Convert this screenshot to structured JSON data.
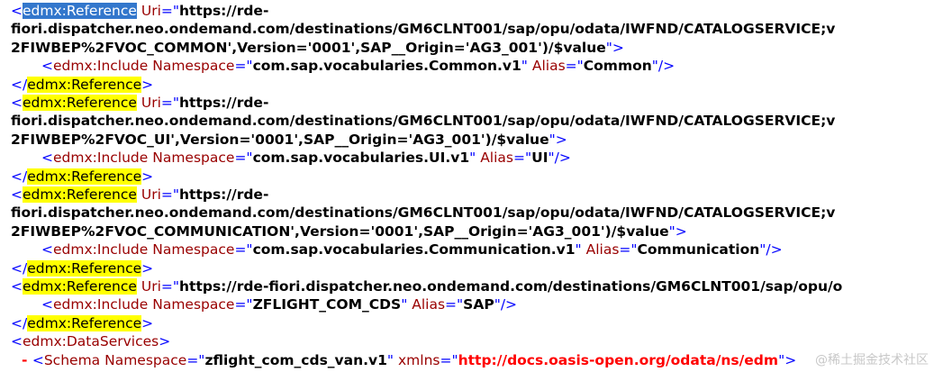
{
  "lines": [
    {
      "parts": [
        {
          "t": "lt",
          "v": "<"
        },
        {
          "t": "sel",
          "v": "edmx:Reference"
        },
        {
          "t": "attr",
          "v": " Uri"
        },
        {
          "t": "blue",
          "v": "=\""
        },
        {
          "t": "val",
          "v": "https://rde-"
        }
      ]
    },
    {
      "parts": [
        {
          "t": "val",
          "v": "fiori.dispatcher.neo.ondemand.com/destinations/GM6CLNT001/sap/opu/odata/IWFND/CATALOGSERVICE;v"
        }
      ]
    },
    {
      "parts": [
        {
          "t": "val",
          "v": "2FIWBEP%2FVOC_COMMON',Version='0001',SAP__Origin='AG3_001')/$value"
        },
        {
          "t": "blue",
          "v": "\">"
        }
      ]
    },
    {
      "indent": true,
      "parts": [
        {
          "t": "blue",
          "v": "<"
        },
        {
          "t": "red",
          "v": "edmx:Include"
        },
        {
          "t": "attr",
          "v": " Namespace"
        },
        {
          "t": "blue",
          "v": "=\""
        },
        {
          "t": "val",
          "v": "com.sap.vocabularies.Common.v1"
        },
        {
          "t": "blue",
          "v": "\""
        },
        {
          "t": "attr",
          "v": " Alias"
        },
        {
          "t": "blue",
          "v": "=\""
        },
        {
          "t": "val",
          "v": "Common"
        },
        {
          "t": "blue",
          "v": "\"/>"
        }
      ]
    },
    {
      "parts": [
        {
          "t": "blue",
          "v": "</"
        },
        {
          "t": "hl",
          "v": "edmx:Reference"
        },
        {
          "t": "blue",
          "v": ">"
        }
      ]
    },
    {
      "parts": [
        {
          "t": "blue",
          "v": "<"
        },
        {
          "t": "hl",
          "v": "edmx:Reference"
        },
        {
          "t": "attr",
          "v": " Uri"
        },
        {
          "t": "blue",
          "v": "=\""
        },
        {
          "t": "val",
          "v": "https://rde-"
        }
      ]
    },
    {
      "parts": [
        {
          "t": "val",
          "v": "fiori.dispatcher.neo.ondemand.com/destinations/GM6CLNT001/sap/opu/odata/IWFND/CATALOGSERVICE;v"
        }
      ]
    },
    {
      "parts": [
        {
          "t": "val",
          "v": "2FIWBEP%2FVOC_UI',Version='0001',SAP__Origin='AG3_001')/$value"
        },
        {
          "t": "blue",
          "v": "\">"
        }
      ]
    },
    {
      "indent": true,
      "parts": [
        {
          "t": "blue",
          "v": "<"
        },
        {
          "t": "red",
          "v": "edmx:Include"
        },
        {
          "t": "attr",
          "v": " Namespace"
        },
        {
          "t": "blue",
          "v": "=\""
        },
        {
          "t": "val",
          "v": "com.sap.vocabularies.UI.v1"
        },
        {
          "t": "blue",
          "v": "\""
        },
        {
          "t": "attr",
          "v": " Alias"
        },
        {
          "t": "blue",
          "v": "=\""
        },
        {
          "t": "val",
          "v": "UI"
        },
        {
          "t": "blue",
          "v": "\"/>"
        }
      ]
    },
    {
      "parts": [
        {
          "t": "blue",
          "v": "</"
        },
        {
          "t": "hl",
          "v": "edmx:Reference"
        },
        {
          "t": "blue",
          "v": ">"
        }
      ]
    },
    {
      "parts": [
        {
          "t": "blue",
          "v": "<"
        },
        {
          "t": "hl",
          "v": "edmx:Reference"
        },
        {
          "t": "attr",
          "v": " Uri"
        },
        {
          "t": "blue",
          "v": "=\""
        },
        {
          "t": "val",
          "v": "https://rde-"
        }
      ]
    },
    {
      "parts": [
        {
          "t": "val",
          "v": "fiori.dispatcher.neo.ondemand.com/destinations/GM6CLNT001/sap/opu/odata/IWFND/CATALOGSERVICE;v"
        }
      ]
    },
    {
      "parts": [
        {
          "t": "val",
          "v": "2FIWBEP%2FVOC_COMMUNICATION',Version='0001',SAP__Origin='AG3_001')/$value"
        },
        {
          "t": "blue",
          "v": "\">"
        }
      ]
    },
    {
      "indent": true,
      "parts": [
        {
          "t": "blue",
          "v": "<"
        },
        {
          "t": "red",
          "v": "edmx:Include"
        },
        {
          "t": "attr",
          "v": " Namespace"
        },
        {
          "t": "blue",
          "v": "=\""
        },
        {
          "t": "val",
          "v": "com.sap.vocabularies.Communication.v1"
        },
        {
          "t": "blue",
          "v": "\""
        },
        {
          "t": "attr",
          "v": " Alias"
        },
        {
          "t": "blue",
          "v": "=\""
        },
        {
          "t": "val",
          "v": "Communication"
        },
        {
          "t": "blue",
          "v": "\"/>"
        }
      ]
    },
    {
      "parts": [
        {
          "t": "blue",
          "v": "</"
        },
        {
          "t": "hl",
          "v": "edmx:Reference"
        },
        {
          "t": "blue",
          "v": ">"
        }
      ]
    },
    {
      "parts": [
        {
          "t": "blue",
          "v": "<"
        },
        {
          "t": "hl",
          "v": "edmx:Reference"
        },
        {
          "t": "attr",
          "v": " Uri"
        },
        {
          "t": "blue",
          "v": "=\""
        },
        {
          "t": "val",
          "v": "https://rde-fiori.dispatcher.neo.ondemand.com/destinations/GM6CLNT001/sap/opu/o"
        }
      ]
    },
    {
      "indent": true,
      "parts": [
        {
          "t": "blue",
          "v": "<"
        },
        {
          "t": "red",
          "v": "edmx:Include"
        },
        {
          "t": "attr",
          "v": " Namespace"
        },
        {
          "t": "blue",
          "v": "=\""
        },
        {
          "t": "val",
          "v": "ZFLIGHT_COM_CDS"
        },
        {
          "t": "blue",
          "v": "\""
        },
        {
          "t": "attr",
          "v": " Alias"
        },
        {
          "t": "blue",
          "v": "=\""
        },
        {
          "t": "val",
          "v": "SAP"
        },
        {
          "t": "blue",
          "v": "\"/>"
        }
      ]
    },
    {
      "parts": [
        {
          "t": "blue",
          "v": "</"
        },
        {
          "t": "hl",
          "v": "edmx:Reference"
        },
        {
          "t": "blue",
          "v": ">"
        }
      ]
    },
    {
      "parts": [
        {
          "t": "blue",
          "v": "<"
        },
        {
          "t": "red",
          "v": "edmx:DataServices"
        },
        {
          "t": "blue",
          "v": ">"
        }
      ]
    },
    {
      "indent2": true,
      "parts": [
        {
          "t": "ns",
          "v": "- "
        },
        {
          "t": "blue",
          "v": "<"
        },
        {
          "t": "red",
          "v": "Schema"
        },
        {
          "t": "attr",
          "v": " Namespace"
        },
        {
          "t": "blue",
          "v": "=\""
        },
        {
          "t": "val",
          "v": "zflight_com_cds_van.v1"
        },
        {
          "t": "blue",
          "v": "\""
        },
        {
          "t": "attr",
          "v": " xmlns"
        },
        {
          "t": "blue",
          "v": "=\""
        },
        {
          "t": "ns",
          "v": "http://docs.oasis-open.org/odata/ns/edm"
        },
        {
          "t": "blue",
          "v": "\">"
        }
      ]
    }
  ],
  "watermark": "@稀土掘金技术社区"
}
